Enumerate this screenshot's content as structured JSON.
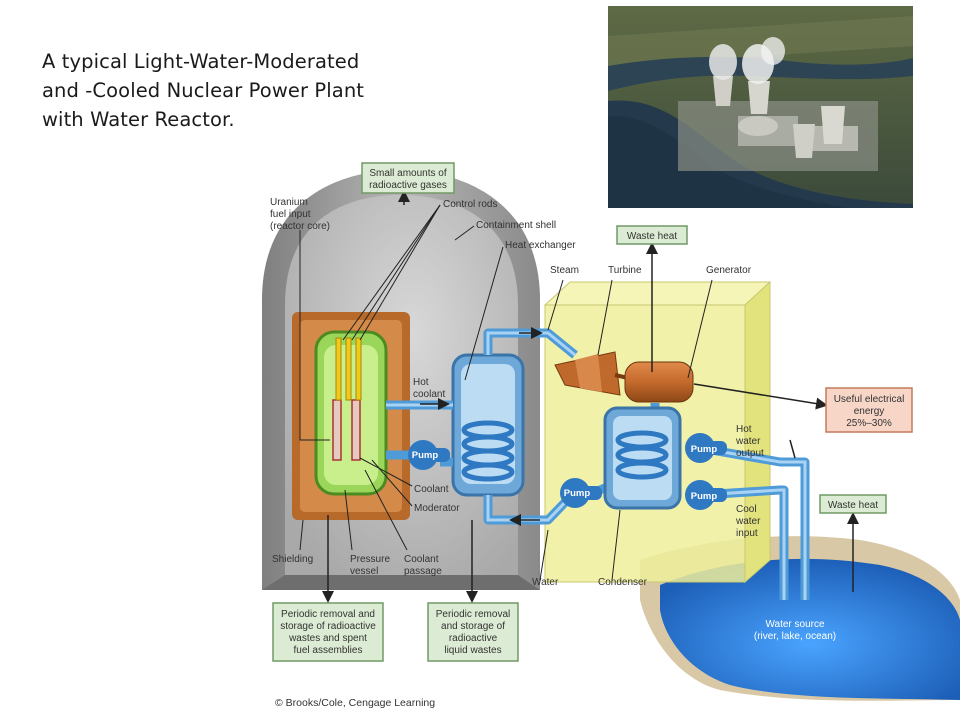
{
  "slide": {
    "title_lines": [
      "A typical Light-Water-Moderated",
      "and -Cooled Nuclear Power Plant",
      "with Water Reactor."
    ]
  },
  "diagram": {
    "labels": {
      "uranium": [
        "Uranium",
        "fuel input",
        "(reactor core)"
      ],
      "control_rods": "Control rods",
      "containment_shell": "Containment shell",
      "heat_exchanger": "Heat exchanger",
      "steam": "Steam",
      "turbine": "Turbine",
      "generator": "Generator",
      "hot_coolant": [
        "Hot",
        "coolant"
      ],
      "coolant": "Coolant",
      "moderator": "Moderator",
      "shielding": "Shielding",
      "pressure_vessel": [
        "Pressure",
        "vessel"
      ],
      "coolant_passage": [
        "Coolant",
        "passage"
      ],
      "water": "Water",
      "condenser": "Condenser",
      "hot_water_output": [
        "Hot",
        "water",
        "output"
      ],
      "cool_water_input": [
        "Cool",
        "water",
        "input"
      ],
      "water_source": [
        "Water source",
        "(river, lake, ocean)"
      ]
    },
    "pump_label": "Pump",
    "boxes": {
      "gases": [
        "Small amounts of",
        "radioactive gases"
      ],
      "waste_heat_top": "Waste heat",
      "electrical": [
        "Useful electrical",
        "energy",
        "25%–30%"
      ],
      "waste_heat_right": "Waste heat",
      "solid_wastes": [
        "Periodic removal and",
        "storage of radioactive",
        "wastes and spent",
        "fuel assemblies"
      ],
      "liquid_wastes": [
        "Periodic removal",
        "and storage of",
        "radioactive",
        "liquid wastes"
      ]
    }
  },
  "credit": "© Brooks/Cole, Cengage Learning",
  "colors": {
    "label_box_fill": "#dcebd3",
    "label_box_stroke": "#6f9a66",
    "dome": "#9a9a9a",
    "shielding": "#b56a2a",
    "reactor_core": "#8fd14f",
    "pipe_blue": "#4f9bd8",
    "turbine_building": "#efef9a",
    "water_body": "#2f7fd6"
  }
}
